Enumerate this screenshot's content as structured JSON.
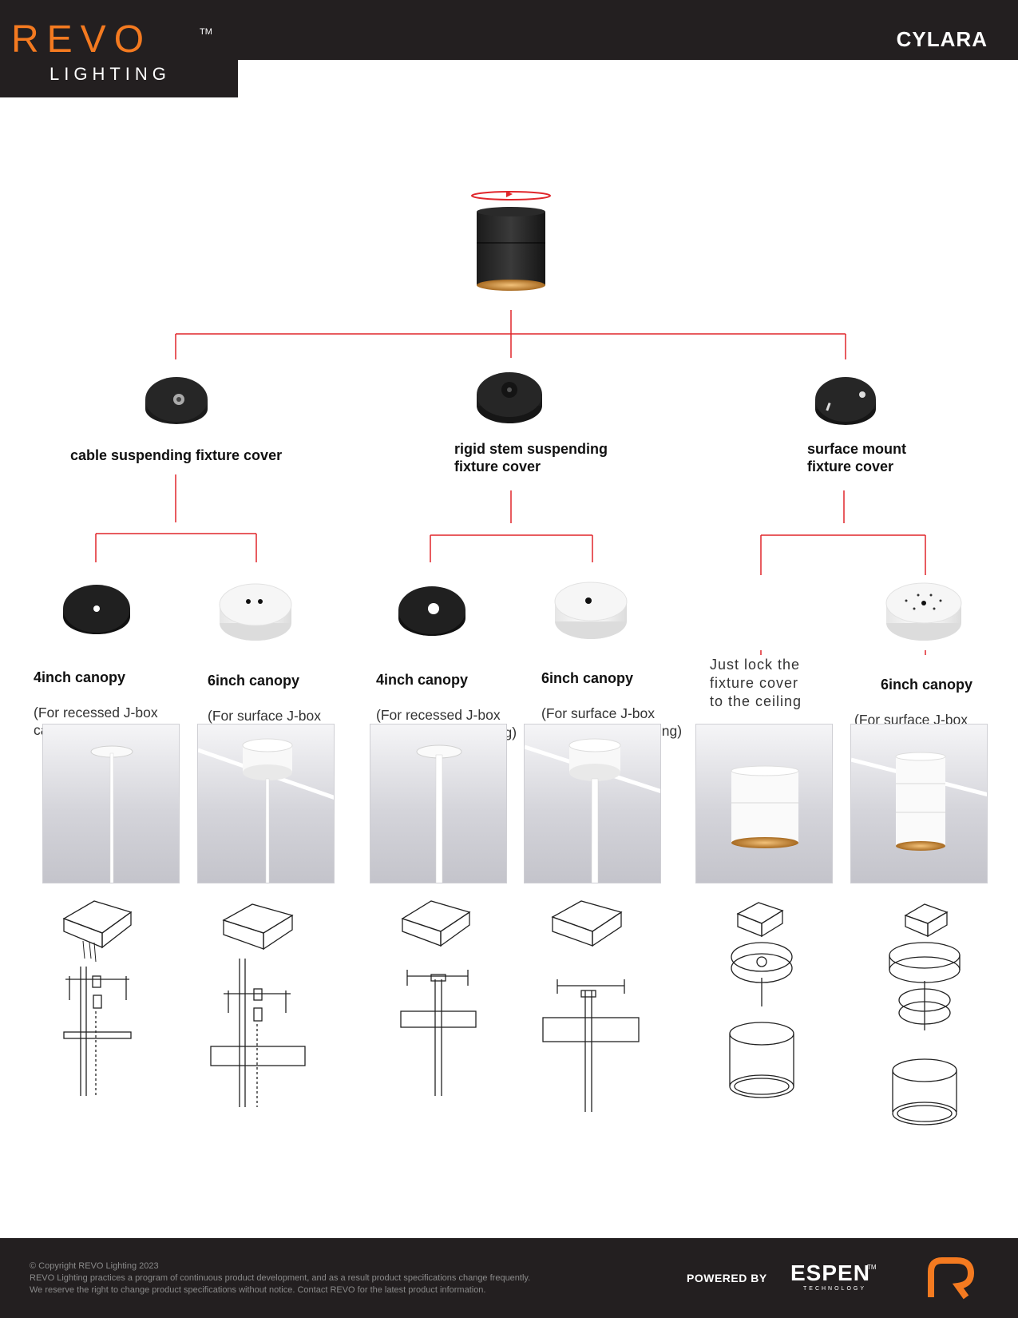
{
  "header": {
    "brand": "REVO",
    "brand_tm": "TM",
    "brand_sub": "LIGHTING",
    "product": "CYLARA"
  },
  "covers": [
    {
      "label": "cable suspending fixture cover"
    },
    {
      "label": "rigid stem suspending\nfixture cover"
    },
    {
      "label": "surface mount\nfixture cover"
    }
  ],
  "canopies": [
    {
      "title": "4inch canopy",
      "sub": "(For recessed J-box\ncable suspending)"
    },
    {
      "title": "6inch canopy",
      "sub": " (For  surface  J-box\ncable suspending )"
    },
    {
      "title": "4inch canopy",
      "sub": "(For recessed J-box\nrigid stem suspending)"
    },
    {
      "title": "6inch canopy",
      "sub": " (For surface J-box\nrigid stem suspending)"
    },
    {
      "title": "",
      "sub": "Just lock the\nfixture cover\nto the ceiling"
    },
    {
      "title": "6inch canopy",
      "sub": "(For surface J-box\nmounting)"
    }
  ],
  "colors": {
    "accent": "#f47a20",
    "connector": "#e0262b",
    "dark_bar": "#231f20"
  },
  "footer": {
    "copyright_lines": [
      "© Copyright REVO Lighting 2023",
      "REVO Lighting practices a program of continuous product development, and as a result product specifications change frequently.",
      "We reserve the right to change product specifications without notice. Contact REVO for the latest product information."
    ],
    "powered_by": "POWERED BY",
    "partner": "ESPEN",
    "partner_sub": "TECHNOLOGY",
    "partner_tm": "TM",
    "corner_logo": "R"
  }
}
